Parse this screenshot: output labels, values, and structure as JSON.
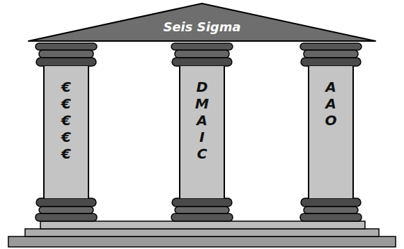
{
  "diagram": {
    "nodes": [
      {
        "text": [
          "Seis Sigma"
        ]
      },
      {
        "text": [
          "€ € € € €"
        ]
      },
      {
        "text": [
          "D M A I C"
        ]
      },
      {
        "text": [
          "A A O"
        ]
      }
    ]
  }
}
